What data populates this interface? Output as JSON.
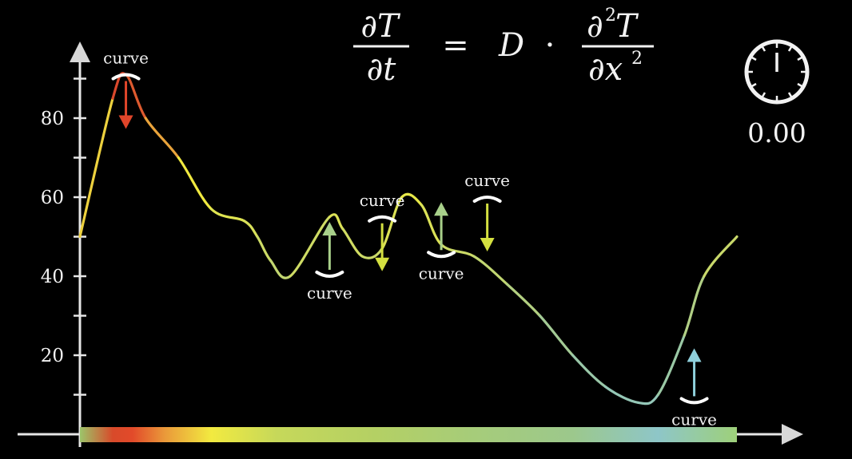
{
  "equation": {
    "lhs_num": "∂T",
    "lhs_den": "∂t",
    "equals": "=",
    "coef": "D",
    "dot": "·",
    "rhs_num_base": "∂",
    "rhs_num_exp": "2",
    "rhs_num_var": "T",
    "rhs_den_base": "∂x",
    "rhs_den_exp": "2"
  },
  "timer": {
    "value": "0.00",
    "icon": "stopwatch-icon"
  },
  "annotation_text": "curve",
  "chart_data": {
    "type": "line",
    "title": "",
    "xlabel": "",
    "ylabel": "",
    "ylim": [
      0,
      90
    ],
    "yticks": [
      20,
      40,
      60,
      80
    ],
    "yticklabels": [
      "20",
      "40",
      "60",
      "80"
    ],
    "series": [
      {
        "x": [
          0,
          0.05,
          0.07,
          0.1,
          0.15,
          0.2,
          0.25,
          0.27,
          0.29,
          0.32,
          0.38,
          0.4,
          0.43,
          0.46,
          0.49,
          0.52,
          0.55,
          0.6,
          0.65,
          0.7,
          0.75,
          0.8,
          0.85,
          0.88,
          0.92,
          0.95,
          1.0
        ],
        "y": [
          50,
          85,
          91,
          80,
          70,
          57,
          54,
          50,
          44,
          40,
          55,
          52,
          45,
          47,
          60,
          58,
          48,
          45,
          38,
          30,
          20,
          12,
          8,
          10,
          25,
          40,
          50
        ]
      }
    ],
    "extrema": [
      {
        "kind": "max",
        "x": 0.07,
        "y": 91,
        "arrow": "down",
        "color": "#e0452a"
      },
      {
        "kind": "min",
        "x": 0.38,
        "y": 40,
        "arrow": "up",
        "color": "#a8d08a"
      },
      {
        "kind": "max",
        "x": 0.46,
        "y": 55,
        "arrow": "down",
        "color": "#d4e040"
      },
      {
        "kind": "min",
        "x": 0.55,
        "y": 45,
        "arrow": "up",
        "color": "#a8d08a"
      },
      {
        "kind": "max",
        "x": 0.62,
        "y": 60,
        "arrow": "down",
        "color": "#d4e040"
      },
      {
        "kind": "min",
        "x": 0.935,
        "y": 8,
        "arrow": "up",
        "color": "#8fd0dc"
      }
    ],
    "colormap": {
      "stops": [
        {
          "t": 0.0,
          "color": "#8ec6cc"
        },
        {
          "t": 0.25,
          "color": "#9ec89a"
        },
        {
          "t": 0.5,
          "color": "#c8d86a"
        },
        {
          "t": 0.7,
          "color": "#f0ec40"
        },
        {
          "t": 0.85,
          "color": "#e89a3a"
        },
        {
          "t": 1.0,
          "color": "#d83a2a"
        }
      ]
    }
  }
}
